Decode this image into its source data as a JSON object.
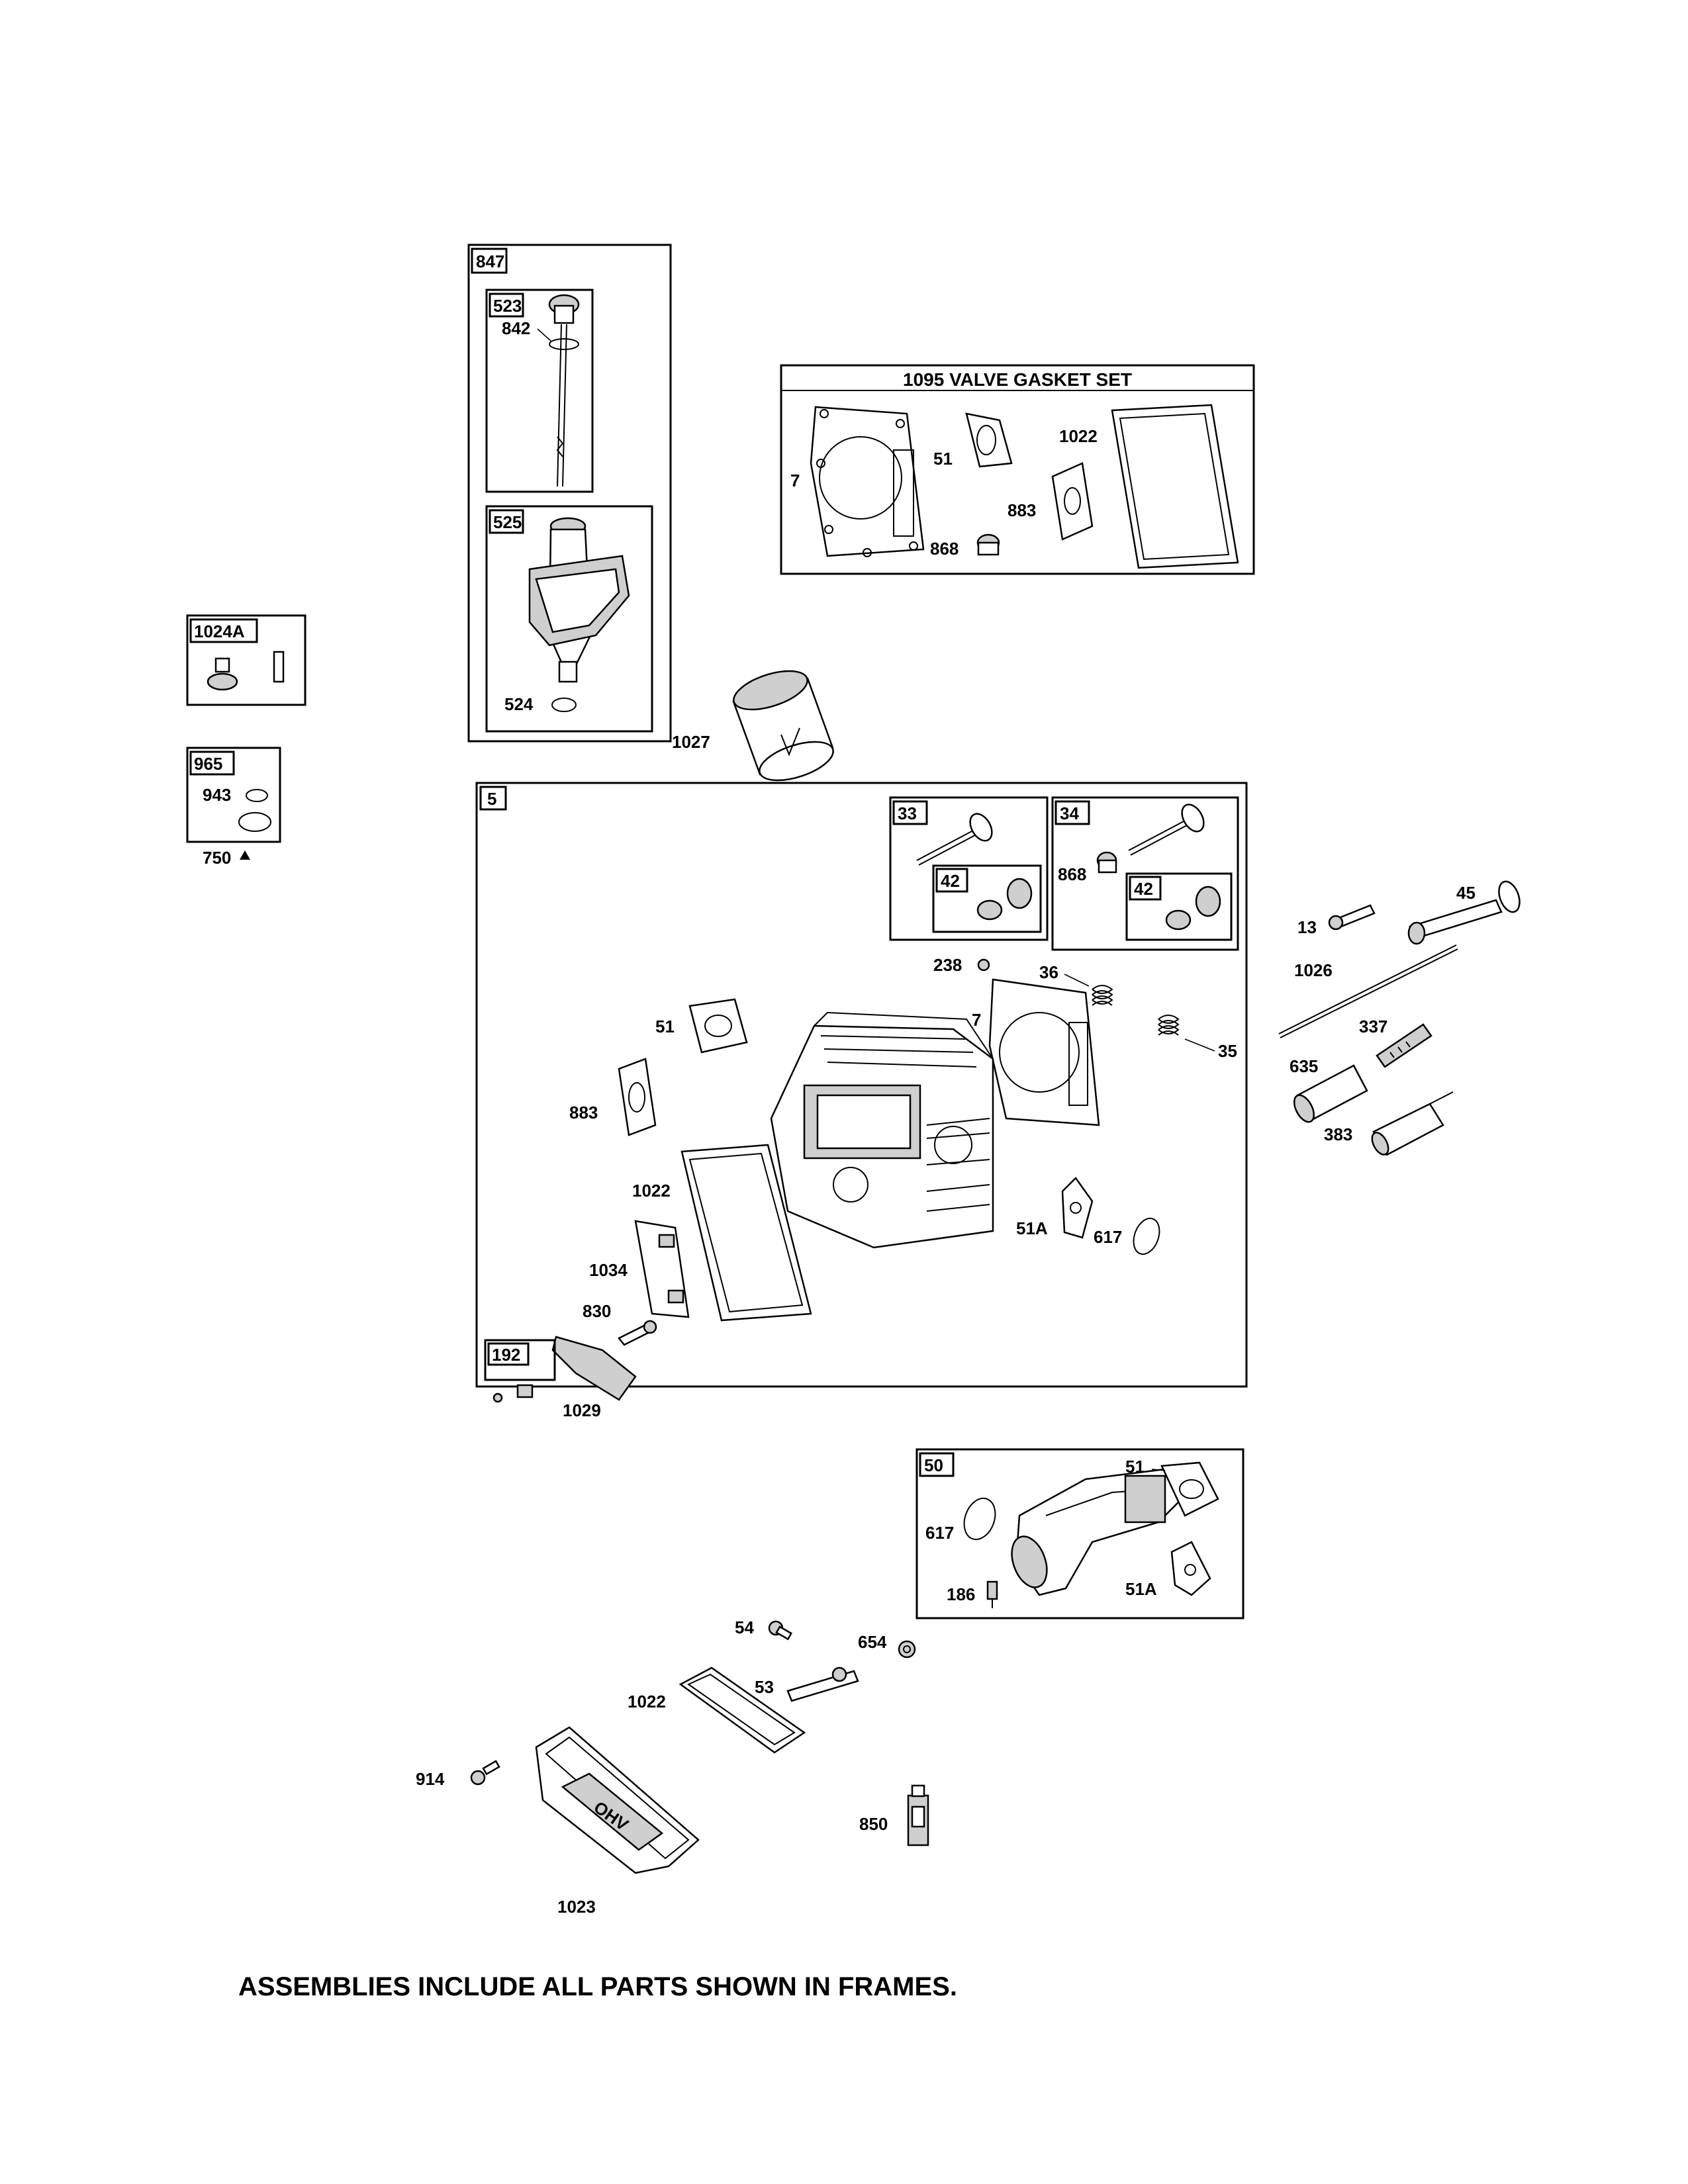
{
  "frames": {
    "f847": "847",
    "f523": "523",
    "f525": "525",
    "f1024A": "1024A",
    "f965": "965",
    "f5": "5",
    "f33": "33",
    "f34": "34",
    "f42a": "42",
    "f42b": "42",
    "f192": "192",
    "f50": "50",
    "valve_gasket_set": "1095 VALVE GASKET SET"
  },
  "labels": {
    "p842": "842",
    "p524": "524",
    "p943": "943",
    "p750": "750",
    "p1027": "1027",
    "vg7": "7",
    "vg51": "51",
    "vg1022": "1022",
    "vg883": "883",
    "vg868": "868",
    "p868": "868",
    "p13": "13",
    "p45": "45",
    "p1026": "1026",
    "p337": "337",
    "p635": "635",
    "p383": "383",
    "p238": "238",
    "p36": "36",
    "p7": "7",
    "p35": "35",
    "p51": "51",
    "p883": "883",
    "p1022": "1022",
    "p1034": "1034",
    "p830": "830",
    "p1029": "1029",
    "p51A": "51A",
    "p617": "617",
    "m51": "51",
    "m617": "617",
    "m186": "186",
    "m51A": "51A",
    "p54": "54",
    "p654": "654",
    "p53": "53",
    "p1022b": "1022",
    "p914": "914",
    "p850": "850",
    "p1023": "1023"
  },
  "footnote": "ASSEMBLIES INCLUDE ALL PARTS SHOWN IN FRAMES."
}
